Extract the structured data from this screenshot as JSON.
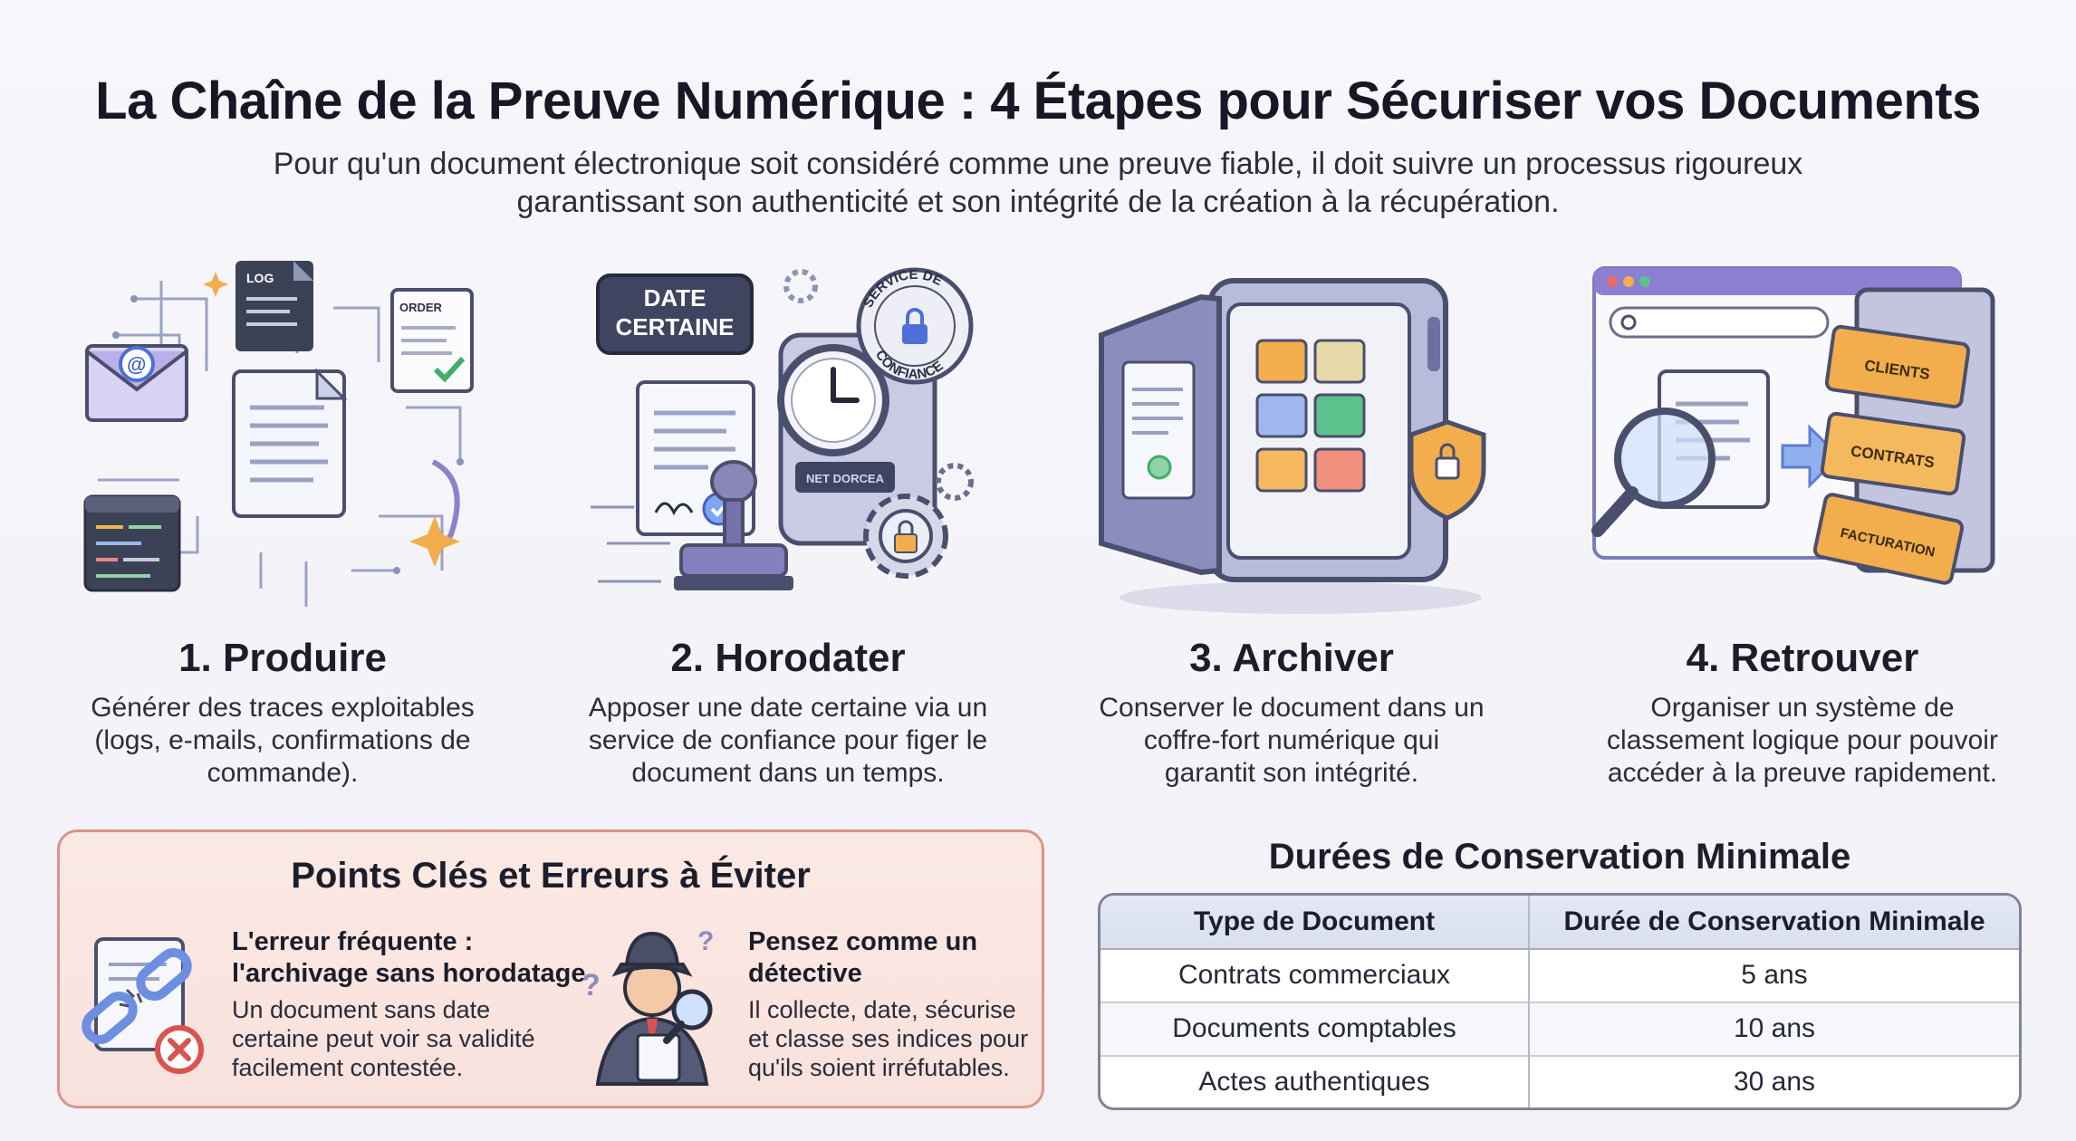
{
  "header": {
    "title": "La Chaîne de la Preuve Numérique : 4 Étapes pour Sécuriser vos Documents",
    "subtitle_line1": "Pour qu'un document électronique soit considéré comme une preuve fiable, il doit suivre un processus rigoureux",
    "subtitle_line2": "garantissant son authenticité et son intégrité de la création à la récupération."
  },
  "steps": [
    {
      "title": "1. Produire",
      "desc": [
        "Générer des traces exploitables",
        "(logs, e-mails, confirmations de",
        "commande)."
      ],
      "labels": {
        "log": "LOG",
        "order": "ORDER"
      },
      "icon": "documents-network-icon"
    },
    {
      "title": "2. Horodater",
      "desc": [
        "Apposer une date certaine via un",
        "service de confiance pour figer le",
        "document dans un temps."
      ],
      "labels": {
        "date1": "DATE",
        "date2": "CERTAINE",
        "seal_top": "SERVICE DE",
        "seal_bottom": "CONFIANCE",
        "machine": "NET DORCEA"
      },
      "icon": "timestamp-clock-icon"
    },
    {
      "title": "3. Archiver",
      "desc": [
        "Conserver le document dans un",
        "coffre-fort numérique qui",
        "garantit son intégrité."
      ],
      "icon": "digital-safe-icon"
    },
    {
      "title": "4. Retrouver",
      "desc": [
        "Organiser un système de",
        "classement logique pour pouvoir",
        "accéder à la preuve rapidement."
      ],
      "labels": {
        "f1": "CLIENTS",
        "f2": "CONTRATS",
        "f3": "FACTURATION"
      },
      "icon": "filing-search-icon"
    }
  ],
  "key_points": {
    "title": "Points Clés et Erreurs à Éviter",
    "items": [
      {
        "head": [
          "L'erreur fréquente :",
          "l'archivage sans horodatage"
        ],
        "text": [
          "Un document sans date",
          "certaine peut voir sa validité",
          "facilement contestée."
        ],
        "icon": "broken-chain-icon"
      },
      {
        "head": [
          "Pensez comme un",
          "détective"
        ],
        "text": [
          "Il collecte, date, sécurise",
          "et classe ses indices pour",
          "qu'ils soient irréfutables."
        ],
        "icon": "detective-icon"
      }
    ]
  },
  "retention": {
    "title": "Durées de Conservation Minimale",
    "headers": [
      "Type de Document",
      "Durée de Conservation Minimale"
    ],
    "rows": [
      [
        "Contrats commerciaux",
        "5 ans"
      ],
      [
        "Documents comptables",
        "10 ans"
      ],
      [
        "Actes authentiques",
        "30 ans"
      ]
    ]
  },
  "colors": {
    "accent_purple": "#6f6cc7",
    "folder_orange": "#f2ad4c",
    "green_check": "#3fae6b",
    "alert_red": "#d9534f"
  }
}
